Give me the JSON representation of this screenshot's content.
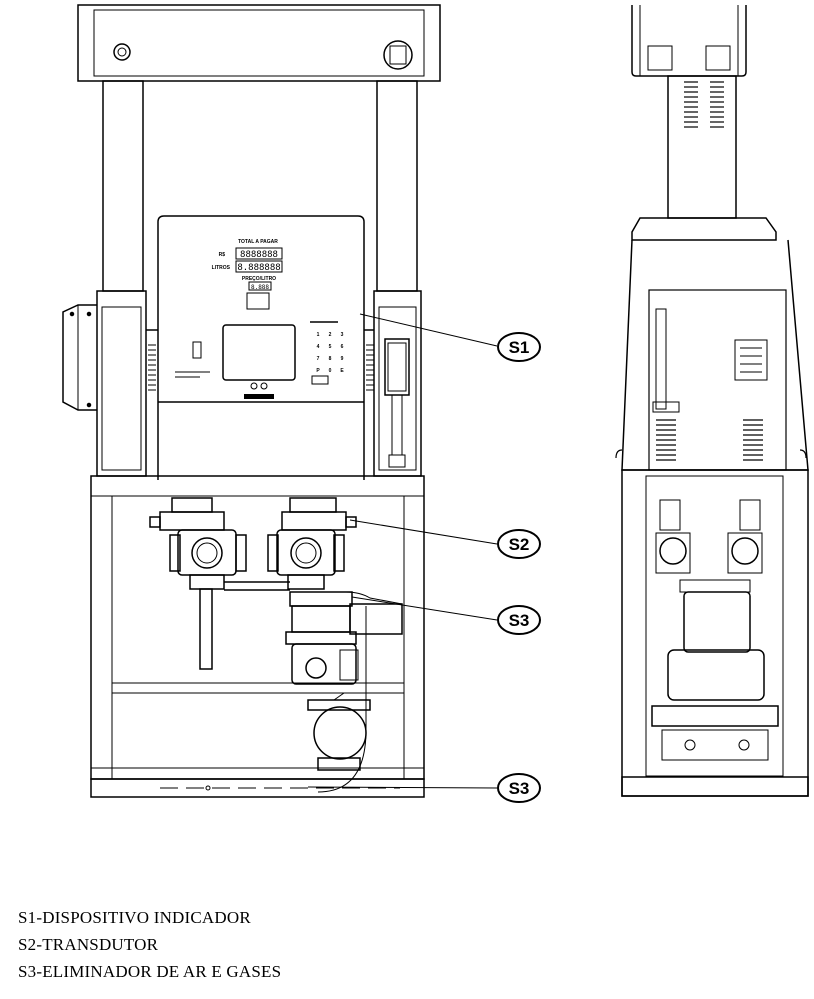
{
  "front_view": {
    "display_title": "TOTAL A PAGAR",
    "row1_prefix": "R$",
    "row1_value": "8888888",
    "row2_prefix": "LITROS",
    "row2_value": "8.888888",
    "unit_price_label": "PREÇO/LITRO",
    "unit_price_value": "8.888",
    "keypad_keys": [
      "1",
      "2",
      "3",
      "4",
      "5",
      "6",
      "7",
      "8",
      "9",
      "P",
      "0",
      "E"
    ]
  },
  "callouts": [
    {
      "id": "s1",
      "label": "S1"
    },
    {
      "id": "s2",
      "label": "S2"
    },
    {
      "id": "s3a",
      "label": "S3"
    },
    {
      "id": "s3b",
      "label": "S3"
    }
  ],
  "legend": [
    "S1-DISPOSITIVO INDICADOR",
    "S2-TRANSDUTOR",
    "S3-ELIMINADOR DE AR E GASES"
  ]
}
